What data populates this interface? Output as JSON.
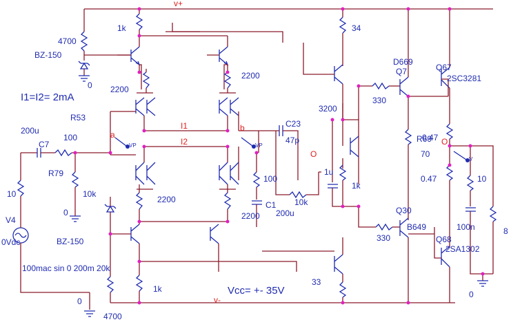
{
  "nets": {
    "vplus": "v+",
    "vminus": "v-",
    "node_a": "a",
    "node_b": "b",
    "node_I1": "I1",
    "node_I2": "I2",
    "out": "O"
  },
  "notes": {
    "currents": "I1=I2= 2mA",
    "supply": "Vcc= +- 35V"
  },
  "source": {
    "name": "V4",
    "dc": "0Vdc",
    "spec": "100mac sin 0 200m 20k"
  },
  "labels": {
    "r_4700_top": "4700",
    "bz_top": "BZ-150",
    "r_1k_top": "1k",
    "r_34": "34",
    "r_2200_l": "2200",
    "r_2200_r": "2200",
    "r53": "R53",
    "cap_200u": "200u",
    "c7": "C7",
    "r_100_in": "100",
    "r79": "R79",
    "r_10_in": "10",
    "r_10k": "10k",
    "bz_bot": "BZ-150",
    "r_2200_lb": "2200",
    "r_2200_rb": "2200",
    "r_1k_bot": "1k",
    "r_4700_bot": "4700",
    "r_33": "33",
    "c23": "C23",
    "c23_val": "47p",
    "r_100_fb": "100",
    "r_10k_fb": "10k",
    "c1": "C1",
    "c1_val": "200u",
    "r_3200": "3200",
    "c_1u": "1u",
    "r_1k_vbe": "1k",
    "r_330_top": "330",
    "r_330_bot": "330",
    "d669": "D669",
    "q7": "Q7",
    "b649": "B649",
    "q30": "Q30",
    "q67": "Q67",
    "sc3281": "2SC3281",
    "q68": "Q68",
    "sa1302": "2SA1302",
    "r_69": "R69",
    "r_70": "70",
    "r_047a": "0.47",
    "r_047b": "0.47",
    "r_10_zob": "10",
    "c_100n": "100n",
    "r_8": "8",
    "gnd_0a": "0",
    "gnd_0b": "0",
    "gnd_0c": "0",
    "gnd_0d": "0",
    "vp": "VP",
    "v": "V"
  }
}
